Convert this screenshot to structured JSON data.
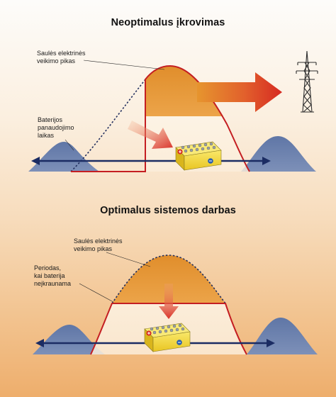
{
  "diagrams": [
    {
      "title": "Neoptimalus įkrovimas",
      "peak_label": "Saulės elektrinės\nveikimo pikas",
      "side_label": "Baterijos\npanaudojimo\nlaikas",
      "battery_icon": "battery-icon",
      "tower_icon": "power-pylon-icon"
    },
    {
      "title": "Optimalus sistemos darbas",
      "peak_label": "Saulės elektrinės\nveikimo pikas",
      "side_label": "Periodas,\nkai baterija\nneįkraunama",
      "battery_icon": "battery-icon"
    }
  ],
  "colors": {
    "curve_red": "#c41e22",
    "fill_orange": "#e49a38",
    "hill_blue": "#6f83ad",
    "axis_navy": "#1b2c63",
    "arrow_red": "#d9322a",
    "battery_yellow": "#f4dc3c"
  }
}
